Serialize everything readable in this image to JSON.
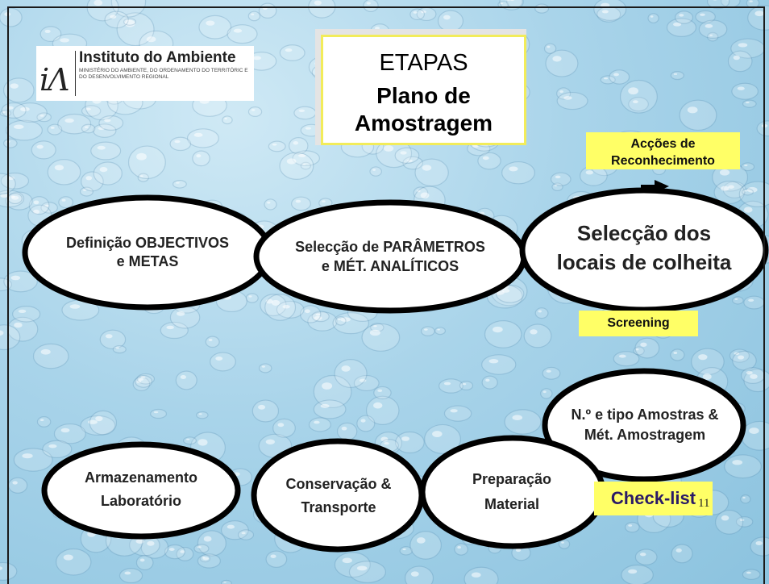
{
  "logo": {
    "name": "Instituto do Ambiente",
    "subtitle": "Ministério do Ambiente, do Ordenamento do Territóric e do Desenvolvimento Regional",
    "mark": "iΛ"
  },
  "title": {
    "line1": "ETAPAS",
    "line2": "Plano de Amostragem"
  },
  "callouts": {
    "reconhecimento": "Acções de Reconhecimento",
    "screening": "Screening",
    "checklist": "Check-list"
  },
  "nodes": {
    "objectivos": {
      "line1": "Definição OBJECTIVOS",
      "line2": "e METAS"
    },
    "parametros": {
      "line1": "Selecção de PARÂMETROS",
      "line2": "e MÉT. ANALÍTICOS"
    },
    "locais": {
      "line1": "Selecção dos",
      "line2": "locais de colheita"
    },
    "amostras": {
      "line1": "N.º e tipo Amostras &",
      "line2": "Mét. Amostragem"
    },
    "preparacao": {
      "line1": "Preparação",
      "line2": "Material"
    },
    "conservacao": {
      "line1": "Conservação &",
      "line2": "Transporte"
    },
    "armazenamento": {
      "line1": "Armazenamento",
      "line2": "Laboratório"
    }
  },
  "page_number": "11",
  "colors": {
    "callout": "#ffff66",
    "title_border": "#f2ec5a",
    "background": "#a9d4ea"
  }
}
